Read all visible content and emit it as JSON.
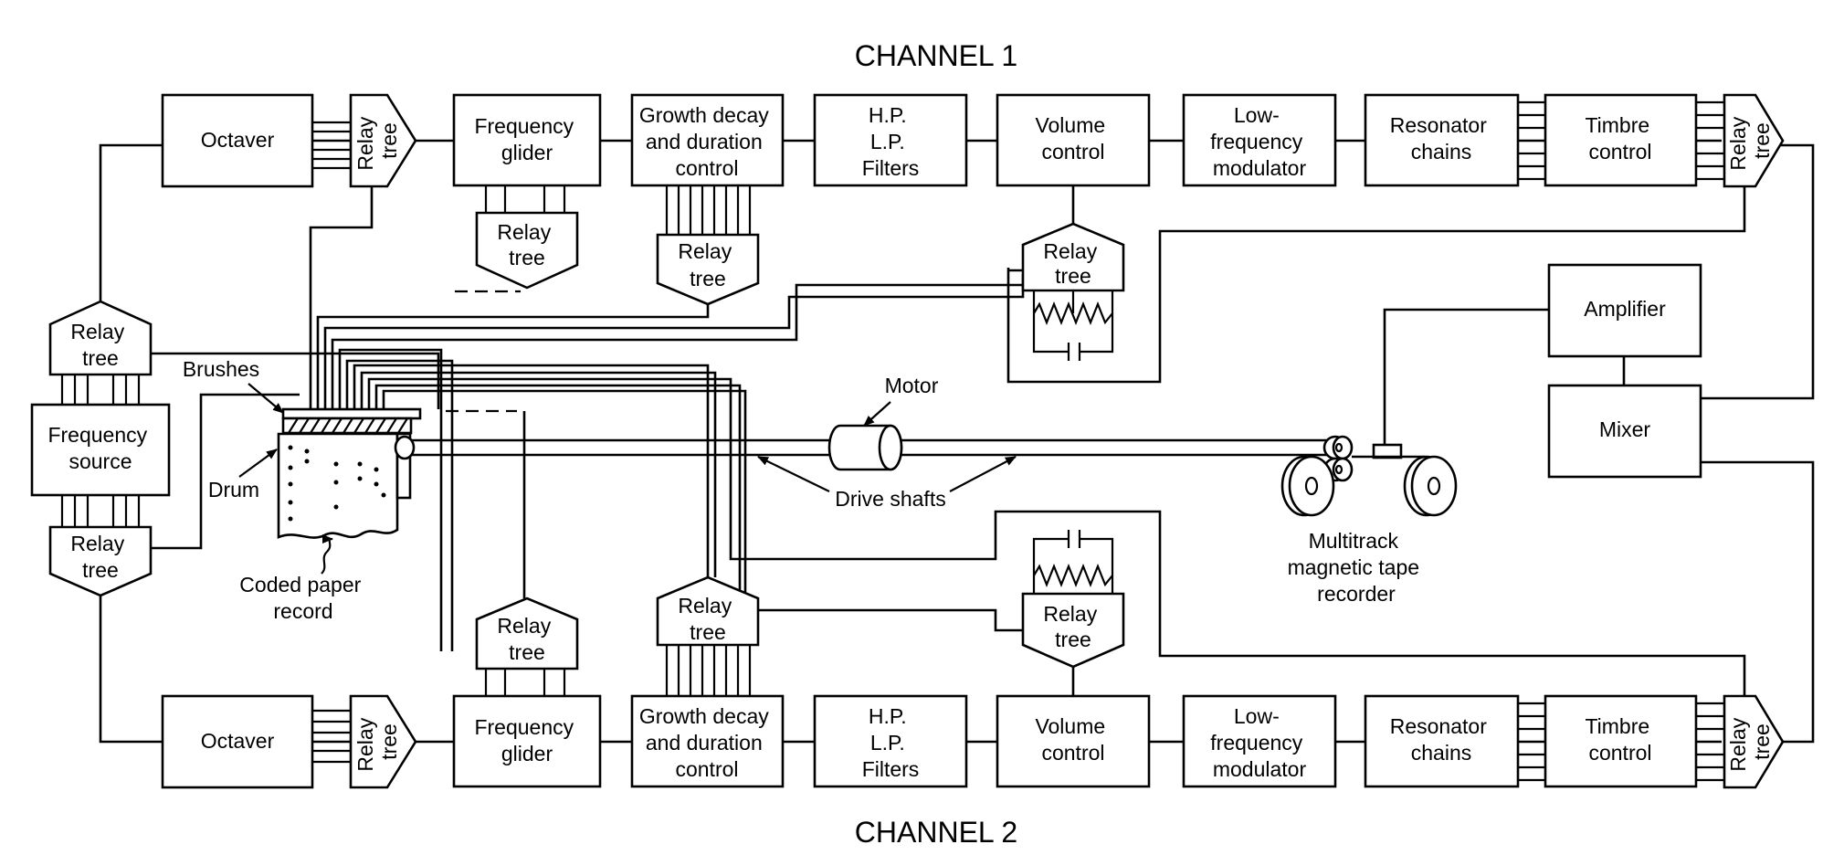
{
  "channel1_title": "CHANNEL 1",
  "channel2_title": "CHANNEL 2",
  "channel1": {
    "octaver": "Octaver",
    "relay_tree_lines": [
      "Relay",
      "tree"
    ],
    "frequency_glider_lines": [
      "Frequency",
      "glider"
    ],
    "growth_decay_lines": [
      "Growth decay",
      "and duration",
      "control"
    ],
    "filters_lines": [
      "H.P.",
      "L.P.",
      "Filters"
    ],
    "volume_lines": [
      "Volume",
      "control"
    ],
    "lfm_lines": [
      "Low-",
      "frequency",
      "modulator"
    ],
    "resonator_lines": [
      "Resonator",
      "chains"
    ],
    "timbre_lines": [
      "Timbre",
      "control"
    ]
  },
  "channel2": {
    "octaver": "Octaver",
    "relay_tree_lines": [
      "Relay",
      "tree"
    ],
    "frequency_glider_lines": [
      "Frequency",
      "glider"
    ],
    "growth_decay_lines": [
      "Growth decay",
      "and duration",
      "control"
    ],
    "filters_lines": [
      "H.P.",
      "L.P.",
      "Filters"
    ],
    "volume_lines": [
      "Volume",
      "control"
    ],
    "lfm_lines": [
      "Low-",
      "frequency",
      "modulator"
    ],
    "resonator_lines": [
      "Resonator",
      "chains"
    ],
    "timbre_lines": [
      "Timbre",
      "control"
    ]
  },
  "frequency_source_lines": [
    "Frequency",
    "source"
  ],
  "relay_tree_lines": [
    "Relay",
    "tree"
  ],
  "amplifier": "Amplifier",
  "mixer": "Mixer",
  "brushes": "Brushes",
  "drum": "Drum",
  "coded_paper_record_lines": [
    "Coded paper",
    "record"
  ],
  "motor": "Motor",
  "drive_shafts": "Drive shafts",
  "tape_recorder_lines": [
    "Multitrack",
    "magnetic tape",
    "recorder"
  ]
}
